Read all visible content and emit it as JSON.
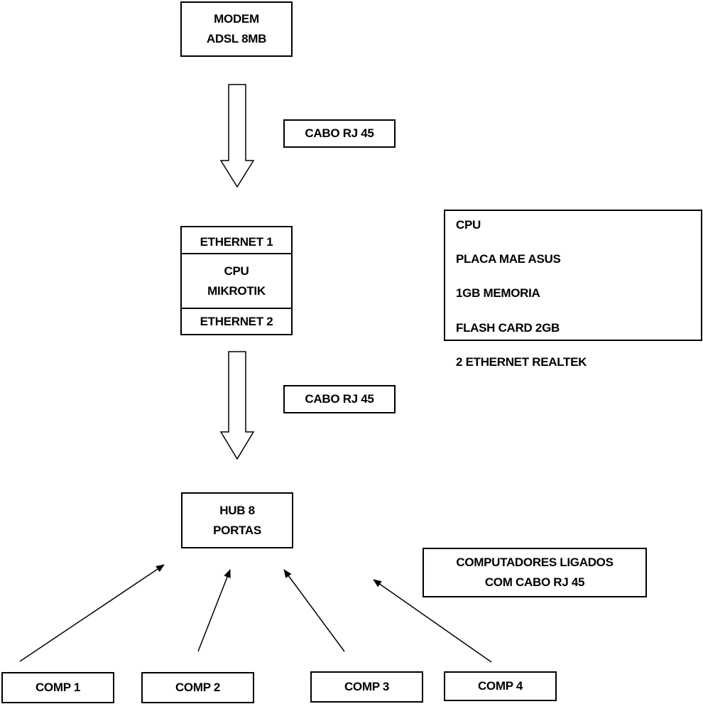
{
  "modem": {
    "line1": "MODEM",
    "line2": "ADSL 8MB"
  },
  "cable_label_1": "CABO RJ 45",
  "cable_label_2": "CABO RJ 45",
  "router": {
    "eth1": "ETHERNET 1",
    "cpu_line1": "CPU",
    "cpu_line2": "MIKROTIK",
    "eth2": "ETHERNET 2"
  },
  "specs": [
    "CPU",
    "PLACA MAE ASUS",
    "1GB MEMORIA",
    "FLASH CARD 2GB",
    "2 ETHERNET REALTEK"
  ],
  "hub": {
    "line1": "HUB 8",
    "line2": "PORTAS"
  },
  "computers_note": {
    "line1": "COMPUTADORES LIGADOS",
    "line2": "COM CABO RJ 45"
  },
  "computers": [
    "COMP 1",
    "COMP 2",
    "COMP 3",
    "COMP 4"
  ]
}
